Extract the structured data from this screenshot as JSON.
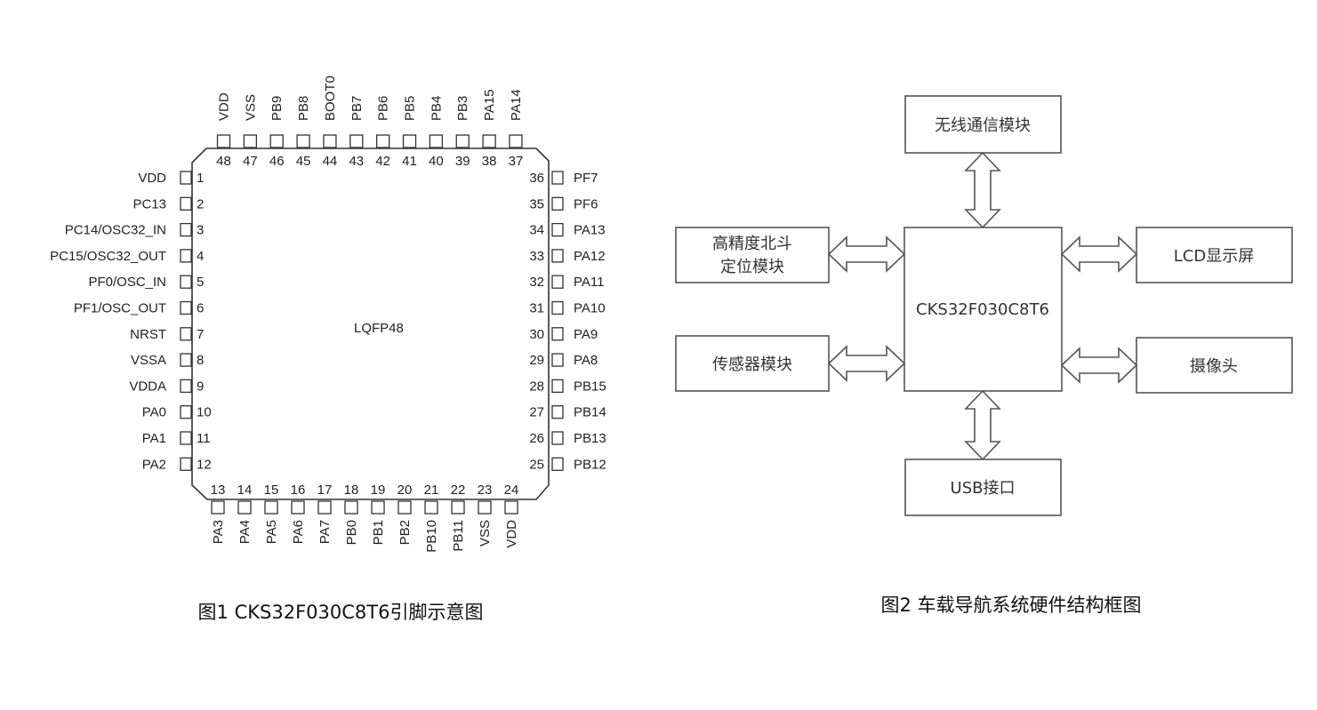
{
  "figure1": {
    "package_label": "LQFP48",
    "caption": "图1 CKS32F030C8T6引脚示意图",
    "left_pins": [
      {
        "num": "1",
        "name": "VDD"
      },
      {
        "num": "2",
        "name": "PC13"
      },
      {
        "num": "3",
        "name": "PC14/OSC32_IN"
      },
      {
        "num": "4",
        "name": "PC15/OSC32_OUT"
      },
      {
        "num": "5",
        "name": "PF0/OSC_IN"
      },
      {
        "num": "6",
        "name": "PF1/OSC_OUT"
      },
      {
        "num": "7",
        "name": "NRST"
      },
      {
        "num": "8",
        "name": "VSSA"
      },
      {
        "num": "9",
        "name": "VDDA"
      },
      {
        "num": "10",
        "name": "PA0"
      },
      {
        "num": "11",
        "name": "PA1"
      },
      {
        "num": "12",
        "name": "PA2"
      }
    ],
    "bottom_pins": [
      {
        "num": "13",
        "name": "PA3"
      },
      {
        "num": "14",
        "name": "PA4"
      },
      {
        "num": "15",
        "name": "PA5"
      },
      {
        "num": "16",
        "name": "PA6"
      },
      {
        "num": "17",
        "name": "PA7"
      },
      {
        "num": "18",
        "name": "PB0"
      },
      {
        "num": "19",
        "name": "PB1"
      },
      {
        "num": "20",
        "name": "PB2"
      },
      {
        "num": "21",
        "name": "PB10"
      },
      {
        "num": "22",
        "name": "PB11"
      },
      {
        "num": "23",
        "name": "VSS"
      },
      {
        "num": "24",
        "name": "VDD"
      }
    ],
    "right_pins": [
      {
        "num": "36",
        "name": "PF7"
      },
      {
        "num": "35",
        "name": "PF6"
      },
      {
        "num": "34",
        "name": "PA13"
      },
      {
        "num": "33",
        "name": "PA12"
      },
      {
        "num": "32",
        "name": "PA11"
      },
      {
        "num": "31",
        "name": "PA10"
      },
      {
        "num": "30",
        "name": "PA9"
      },
      {
        "num": "29",
        "name": "PA8"
      },
      {
        "num": "28",
        "name": "PB15"
      },
      {
        "num": "27",
        "name": "PB14"
      },
      {
        "num": "26",
        "name": "PB13"
      },
      {
        "num": "25",
        "name": "PB12"
      }
    ],
    "top_pins": [
      {
        "num": "48",
        "name": "VDD"
      },
      {
        "num": "47",
        "name": "VSS"
      },
      {
        "num": "46",
        "name": "PB9"
      },
      {
        "num": "45",
        "name": "PB8"
      },
      {
        "num": "44",
        "name": "BOOT0"
      },
      {
        "num": "43",
        "name": "PB7"
      },
      {
        "num": "42",
        "name": "PB6"
      },
      {
        "num": "41",
        "name": "PB5"
      },
      {
        "num": "40",
        "name": "PB4"
      },
      {
        "num": "39",
        "name": "PB3"
      },
      {
        "num": "38",
        "name": "PA15"
      },
      {
        "num": "37",
        "name": "PA14"
      }
    ]
  },
  "figure2": {
    "caption": "图2 车载导航系统硬件结构框图",
    "mcu": "CKS32F030C8T6",
    "wireless": "无线通信模块",
    "beidou_line1": "高精度北斗",
    "beidou_line2": "定位模块",
    "sensor": "传感器模块",
    "lcd": "LCD显示屏",
    "camera": "摄像头",
    "usb": "USB接口"
  },
  "colors": {
    "line": "#555555",
    "text": "#222222"
  }
}
